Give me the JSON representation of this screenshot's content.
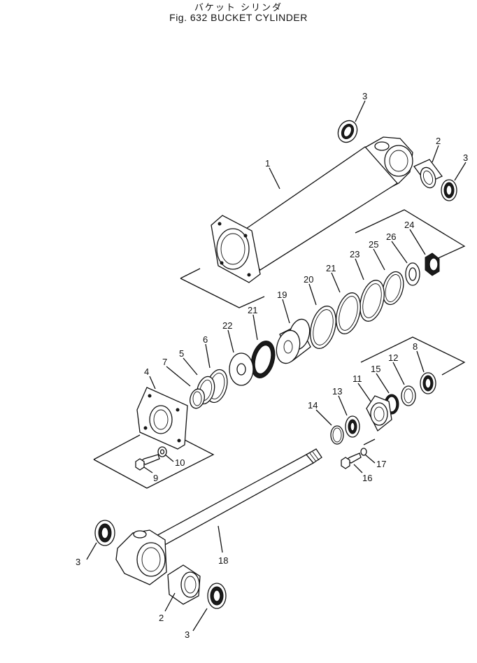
{
  "title": {
    "japanese": "バケット シリンダ",
    "english": "Fig. 632  BUCKET  CYLINDER"
  },
  "callouts": {
    "c1": "1",
    "c2_top": "2",
    "c2_bottom": "2",
    "c3_top": "3",
    "c3_right": "3",
    "c3_left": "3",
    "c3_bottom": "3",
    "c4": "4",
    "c5": "5",
    "c6": "6",
    "c7": "7",
    "c8": "8",
    "c9": "9",
    "c10": "10",
    "c11": "11",
    "c12": "12",
    "c13": "13",
    "c14": "14",
    "c15": "15",
    "c16": "16",
    "c17": "17",
    "c18": "18",
    "c19": "19",
    "c20": "20",
    "c21_a": "21",
    "c21_b": "21",
    "c22": "22",
    "c23": "23",
    "c24": "24",
    "c25": "25",
    "c26": "26"
  }
}
